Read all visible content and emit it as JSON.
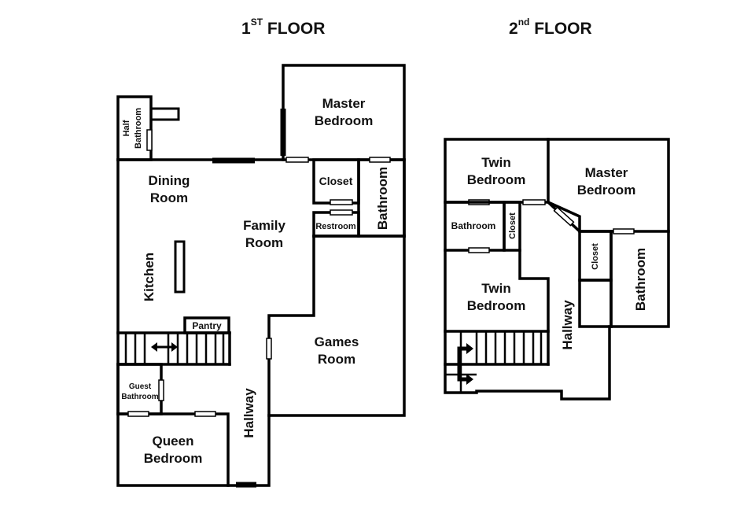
{
  "floor1": {
    "title_main": "1",
    "title_sup": "ST",
    "title_rest": " FLOOR",
    "rooms": {
      "half_bathroom": [
        "Half",
        "Bathroom"
      ],
      "master_bedroom": [
        "Master",
        "Bedroom"
      ],
      "closet": "Closet",
      "bathroom": "Bathroom",
      "restroom": "Restroom",
      "dining_room": [
        "Dining",
        "Room"
      ],
      "family_room": [
        "Family",
        "Room"
      ],
      "kitchen": "Kitchen",
      "pantry": "Pantry",
      "games_room": [
        "Games",
        "Room"
      ],
      "guest_bathroom": [
        "Guest",
        "Bathroom"
      ],
      "queen_bedroom": [
        "Queen",
        "Bedroom"
      ],
      "hallway": "Hallway"
    }
  },
  "floor2": {
    "title_main": "2",
    "title_sup": "nd",
    "title_rest": " FLOOR",
    "rooms": {
      "twin_bedroom_top": [
        "Twin",
        "Bedroom"
      ],
      "master_bedroom": [
        "Master",
        "Bedroom"
      ],
      "bathroom_small": "Bathroom",
      "closet_left": "Closet",
      "twin_bedroom_bottom": [
        "Twin",
        "Bedroom"
      ],
      "closet_right": "Closet",
      "bathroom_right": "Bathroom",
      "hallway": "Hallway"
    }
  }
}
